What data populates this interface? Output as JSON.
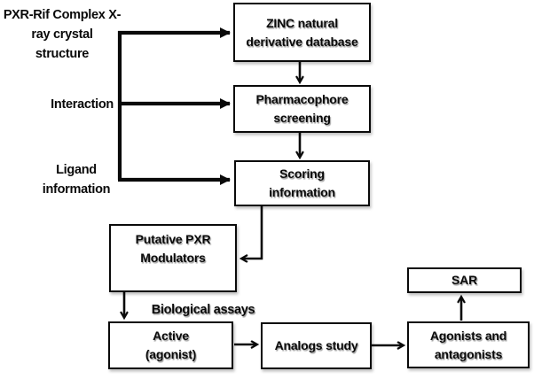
{
  "diagram": {
    "title_label": {
      "line1": "PXR-Rif Complex X-",
      "line2": "ray crystal",
      "line3": "structure"
    },
    "interaction_label": "Interaction",
    "ligand_label": {
      "line1": "Ligand",
      "line2": "information"
    },
    "biological_assays_label": "Biological assays",
    "boxes": {
      "zinc": {
        "line1": "ZINC natural",
        "line2": "derivative database"
      },
      "pharmacophore": {
        "line1": "Pharmacophore",
        "line2": "screening"
      },
      "scoring": {
        "line1": "Scoring",
        "line2": "information"
      },
      "putative": {
        "line1": "Putative PXR",
        "line2": "Modulators"
      },
      "active": {
        "line1": "Active",
        "line2": "(agonist)"
      },
      "analogs": {
        "line1": "Analogs study"
      },
      "agonists": {
        "line1": "Agonists and",
        "line2": "antagonists"
      },
      "sar": {
        "line1": "SAR"
      }
    },
    "colors": {
      "background": "#ffffff",
      "line": "#0a0a0a",
      "box_border": "#0a0a0a",
      "box_fill": "#ffffff",
      "text": "#0a0a0a"
    }
  }
}
